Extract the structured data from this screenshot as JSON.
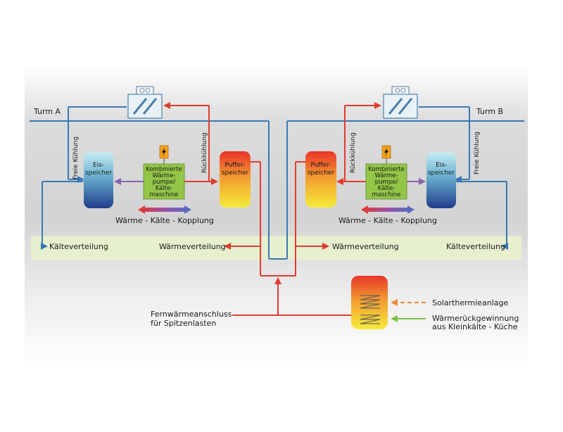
{
  "towers": {
    "a_label": "Turm A",
    "b_label": "Turm B"
  },
  "labels": {
    "free_cooling": "Freie Kühlung",
    "recooling": "Rückkühlung",
    "ice_storage_l1": "Eis-",
    "ice_storage_l2": "speicher",
    "buffer_l1": "Puffer-",
    "buffer_l2": "speicher",
    "combo_l1": "Kombinierte",
    "combo_l2": "Wärme-",
    "combo_l3": "pumpe/",
    "combo_l4": "Kälte-",
    "combo_l5": "maschine",
    "coupling": "Wärme - Kälte - Kopplung",
    "cold_distribution": "Kälteverteilung",
    "heat_distribution": "Wärmeverteilung",
    "district_l1": "Fernwärmeanschluss",
    "district_l2": "für Spitzenlasten",
    "solar": "Solarthermieanlage",
    "recovery_l1": "Wärmerückgewinnung",
    "recovery_l2": "aus Kleinkälte - Küche"
  },
  "colors": {
    "cold_pipe": "#3a78b5",
    "hot_pipe": "#e23b2e",
    "distribution_band": "#e6f0cf",
    "combo_box": "#93c547",
    "ice_top": "#bfe6ee",
    "ice_bottom": "#1f3d8a",
    "buffer_top": "#e8342b",
    "buffer_bottom": "#f4ec3b",
    "solar": "#f08a35",
    "recovery": "#7cc242",
    "coupling_hot": "#e8342b",
    "coupling_cold": "#4c6fc4"
  }
}
